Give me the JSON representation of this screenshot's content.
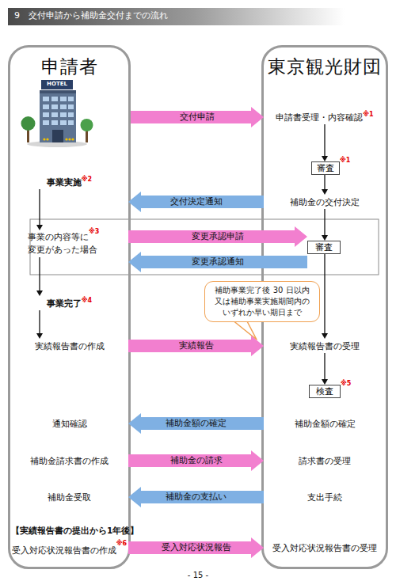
{
  "diagram": {
    "title": "9　交付申請から補助金交付までの流れ",
    "nodes": [
      {
        "text": [
          "申請者"
        ]
      },
      {
        "text": [
          "東京観光財団"
        ]
      },
      {
        "text": [
          "申請書受理・内容確認",
          "※1"
        ],
        "in": 1
      },
      {
        "text": [
          "審査",
          "※1"
        ],
        "in": 1
      },
      {
        "text": [
          "事業実施",
          "※2"
        ],
        "in": 0
      },
      {
        "text": [
          "補助金の交付決定"
        ],
        "in": 1
      },
      {
        "text": [
          "事業の内容等に 変更があった場合",
          "※3"
        ],
        "in": 0
      },
      {
        "text": [
          "審査"
        ],
        "in": 1
      },
      {
        "text": [
          "事業完了",
          "※4"
        ],
        "in": 0
      },
      {
        "text": [
          "補助事業完了後 30 日以内 又は補助事業実施期間内の いずれか早い期日まで"
        ]
      },
      {
        "text": [
          "実績報告書の作成"
        ],
        "in": 0
      },
      {
        "text": [
          "実績報告書の受理"
        ],
        "in": 1
      },
      {
        "text": [
          "検査",
          "※5"
        ],
        "in": 1
      },
      {
        "text": [
          "通知確認"
        ],
        "in": 0
      },
      {
        "text": [
          "補助金額の確定"
        ],
        "in": 1
      },
      {
        "text": [
          "補助金請求書の作成"
        ],
        "in": 0
      },
      {
        "text": [
          "請求書の受理"
        ],
        "in": 1
      },
      {
        "text": [
          "補助金受取"
        ],
        "in": 0
      },
      {
        "text": [
          "支出手続"
        ],
        "in": 1
      },
      {
        "text": [
          "受入対応状況報告書の作成",
          "※6"
        ],
        "in": 0
      },
      {
        "text": [
          "受入対応状況報告書の受理"
        ],
        "in": 1
      }
    ],
    "edges": [
      {
        "from": 0,
        "to": 2,
        "label": "交付申請",
        "arrow": "to"
      },
      {
        "from": 2,
        "to": 3,
        "arrow": "to"
      },
      {
        "from": 3,
        "to": 5,
        "arrow": "to"
      },
      {
        "from": 5,
        "to": 4,
        "label": "交付決定通知",
        "arrow": "to"
      },
      {
        "from": 4,
        "to": 6,
        "arrow": "to"
      },
      {
        "from": 6,
        "to": 7,
        "label": "変更承認申請",
        "arrow": "to"
      },
      {
        "from": 7,
        "to": 6,
        "label": "変更承認通知",
        "arrow": "to"
      },
      {
        "from": 5,
        "to": 7,
        "arrow": "to"
      },
      {
        "from": 6,
        "to": 8,
        "arrow": "to"
      },
      {
        "from": 7,
        "to": 11,
        "arrow": "to"
      },
      {
        "from": 8,
        "to": 10,
        "arrow": "to"
      },
      {
        "from": 10,
        "to": 11,
        "label": "実績報告",
        "arrow": "to"
      },
      {
        "from": 11,
        "to": 12,
        "arrow": "to"
      },
      {
        "from": 14,
        "to": 13,
        "label": "補助金額の確定",
        "arrow": "to"
      },
      {
        "from": 15,
        "to": 16,
        "label": "補助金の請求",
        "arrow": "to"
      },
      {
        "from": 18,
        "to": 17,
        "label": "補助金の支払い",
        "arrow": "to"
      },
      {
        "from": 19,
        "to": 20,
        "label": "受入対応状況報告",
        "arrow": "to"
      }
    ],
    "labels": [
      "HOTEL",
      "【実績報告書の提出から1年後】",
      "- 15 -"
    ]
  }
}
